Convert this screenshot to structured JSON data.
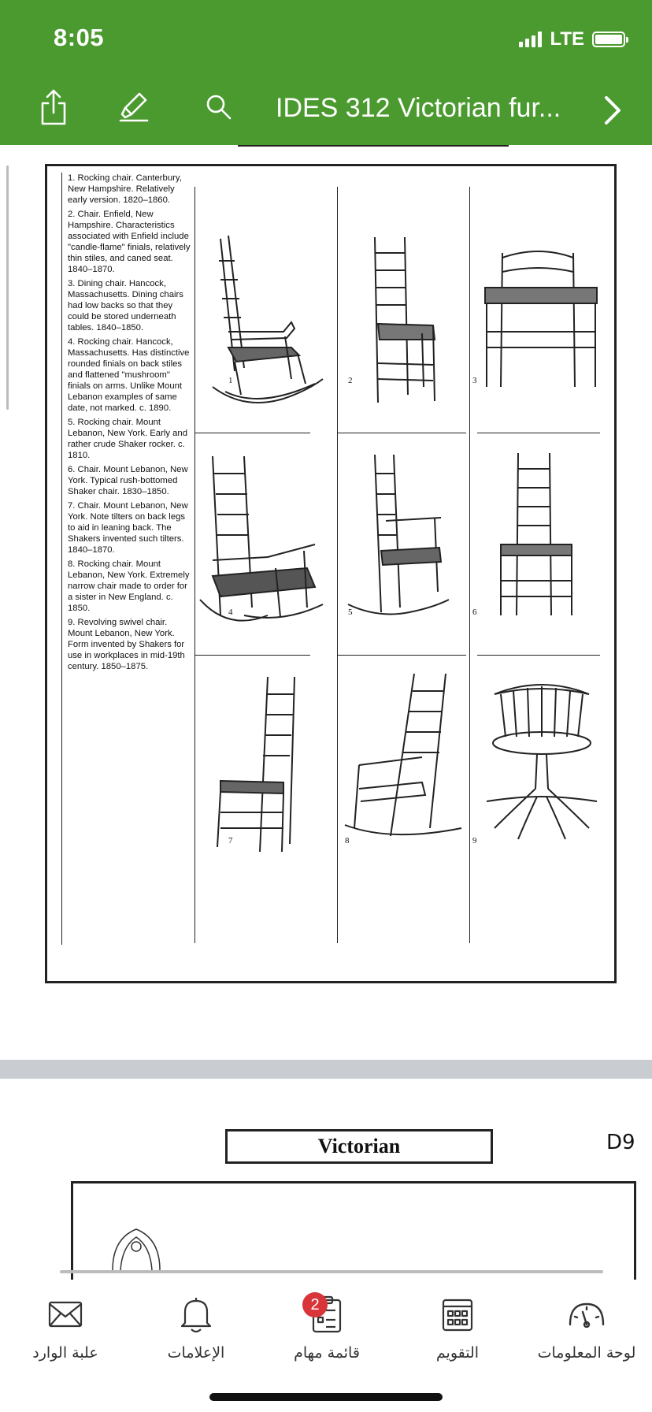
{
  "status_bar": {
    "time": "8:05",
    "network": "LTE"
  },
  "header": {
    "title": "IDES 312 Victorian fur...",
    "icons": [
      "share-icon",
      "highlighter-icon",
      "search-icon",
      "chevron-right-icon"
    ],
    "color": "#4b9a2f"
  },
  "document": {
    "page1": {
      "captions": [
        "1. Rocking chair. Canterbury, New Hampshire. Relatively early version. 1820–1860.",
        "2. Chair. Enfield, New Hampshire. Characteristics associated with Enfield include \"candle-flame\" finials, relatively thin stiles, and caned seat. 1840–1870.",
        "3. Dining chair. Hancock, Massachusetts. Dining chairs had low backs so that they could be stored underneath tables. 1840–1850.",
        "4. Rocking chair. Hancock, Massachusetts. Has distinctive rounded finials on back stiles and flattened \"mushroom\" finials on arms. Unlike Mount Lebanon examples of same date, not marked. c. 1890.",
        "5. Rocking chair. Mount Lebanon, New York. Early and rather crude Shaker rocker. c. 1810.",
        "6. Chair. Mount Lebanon, New York. Typical rush-bottomed Shaker chair. 1830–1850.",
        "7. Chair. Mount Lebanon, New York. Note tilters on back legs to aid in leaning back. The Shakers invented such tilters. 1840–1870.",
        "8. Rocking chair. Mount Lebanon, New York. Extremely narrow chair made to order for a sister in New England. c. 1850.",
        "9. Revolving swivel chair. Mount Lebanon, New York. Form invented by Shakers for use in workplaces in mid-19th century. 1850–1875."
      ],
      "figure_numbers": [
        "1",
        "2",
        "3",
        "4",
        "5",
        "6",
        "7",
        "8",
        "9"
      ]
    },
    "page2": {
      "heading": "Victorian",
      "page_code": "D9"
    }
  },
  "tabbar": {
    "tabs": [
      {
        "label": "علبة الوارد",
        "icon": "mail-icon"
      },
      {
        "label": "الإعلامات",
        "icon": "bell-icon"
      },
      {
        "label": "قائمة مهام",
        "icon": "checklist-icon",
        "badge": "2"
      },
      {
        "label": "التقويم",
        "icon": "calendar-icon"
      },
      {
        "label": "لوحة المعلومات",
        "icon": "dashboard-gauge-icon"
      }
    ],
    "badge_color": "#d8343a"
  }
}
